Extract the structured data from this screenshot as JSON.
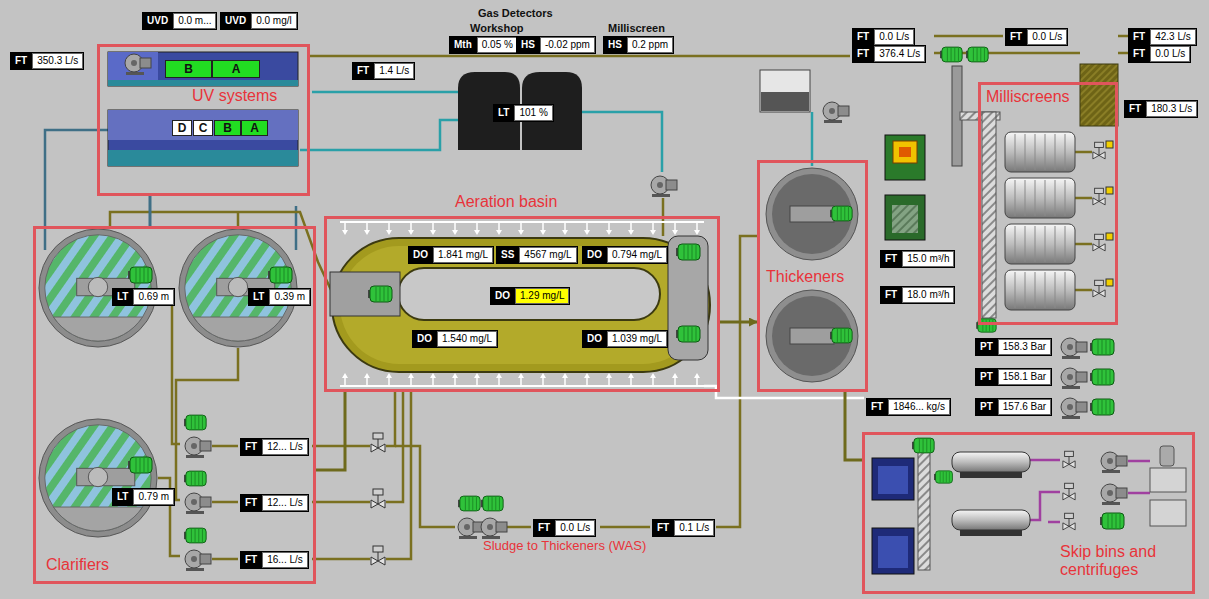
{
  "diagram": {
    "nodes": [
      {
        "text": [
          "UVD",
          "0.0 m..."
        ]
      },
      {
        "text": [
          "UVD",
          "0.0 mg/l"
        ]
      },
      {
        "text": [
          "FT",
          "350.3 L/s"
        ]
      },
      {
        "text": [
          "UV systems"
        ]
      },
      {
        "text": [
          "B"
        ],
        "in": 3
      },
      {
        "text": [
          "A"
        ],
        "in": 3
      },
      {
        "text": [
          "D"
        ],
        "in": 3
      },
      {
        "text": [
          "C"
        ],
        "in": 3
      },
      {
        "text": [
          "B"
        ],
        "in": 3
      },
      {
        "text": [
          "A"
        ],
        "in": 3
      },
      {
        "text": [
          "FT",
          "1.4 L/s"
        ]
      },
      {
        "text": [
          "Mth",
          "0.05 %"
        ]
      },
      {
        "text": [
          "HS",
          "-0.02 ppm"
        ]
      },
      {
        "text": [
          "HS",
          "0.2 ppm"
        ]
      },
      {
        "text": [
          "LT",
          "101 %"
        ]
      },
      {
        "text": [
          "FT",
          "0.0 L/s"
        ]
      },
      {
        "text": [
          "FT",
          "376.4 L/s"
        ]
      },
      {
        "text": [
          "FT",
          "0.0 L/s"
        ]
      },
      {
        "text": [
          "FT",
          "42.3 L/s"
        ]
      },
      {
        "text": [
          "FT",
          "0.0 L/s"
        ]
      },
      {
        "text": [
          "Milliscreens"
        ]
      },
      {
        "text": [
          "FT",
          "180.3 L/s"
        ]
      },
      {
        "text": [
          "Thickeners"
        ]
      },
      {
        "text": [
          "Aeration basin"
        ]
      },
      {
        "text": [
          "DO",
          "1.841 mg/L"
        ],
        "in": 23
      },
      {
        "text": [
          "SS",
          "4567 mg/L"
        ],
        "in": 23
      },
      {
        "text": [
          "DO",
          "0.794 mg/L"
        ],
        "in": 23
      },
      {
        "text": [
          "DO",
          "1.29 mg/L"
        ],
        "in": 23
      },
      {
        "text": [
          "DO",
          "1.540 mg/L"
        ],
        "in": 23
      },
      {
        "text": [
          "DO",
          "1.039 mg/L"
        ],
        "in": 23
      },
      {
        "text": [
          "Clarifiers"
        ]
      },
      {
        "text": [
          "LT",
          "0.69 m"
        ],
        "in": 30
      },
      {
        "text": [
          "LT",
          "0.39 m"
        ],
        "in": 30
      },
      {
        "text": [
          "FT",
          "15.0 m³/h"
        ]
      },
      {
        "text": [
          "FT",
          "18.0 m³/h"
        ]
      },
      {
        "text": [
          "PT",
          "158.3 Bar"
        ]
      },
      {
        "text": [
          "PT",
          "158.1 Bar"
        ]
      },
      {
        "text": [
          "PT",
          "157.6 Bar"
        ]
      },
      {
        "text": [
          "FT",
          "1846... kg/s"
        ]
      },
      {
        "text": [
          "Skip bins and centrifuges"
        ]
      },
      {
        "text": [
          "FT",
          "12... L/s"
        ],
        "in": 30
      },
      {
        "text": [
          "LT",
          "0.79 m"
        ],
        "in": 30
      },
      {
        "text": [
          "FT",
          "12... L/s"
        ],
        "in": 30
      },
      {
        "text": [
          "FT",
          "16... L/s"
        ],
        "in": 30
      },
      {
        "text": [
          "FT",
          "0.0 L/s"
        ]
      },
      {
        "text": [
          "FT",
          "0.1 L/s"
        ]
      }
    ],
    "edges": [
      {
        "from": 23,
        "to": 30,
        "arrow": "none"
      },
      {
        "from": 30,
        "to": 3,
        "arrow": "none"
      },
      {
        "from": 23,
        "to": 22,
        "arrow": "to"
      },
      {
        "from": 22,
        "to": 39,
        "arrow": "none"
      }
    ],
    "labels": [
      "Gas Detectors",
      "Workshop",
      "Milliscreen",
      "Sludge to Thickeners (WAS)"
    ]
  }
}
